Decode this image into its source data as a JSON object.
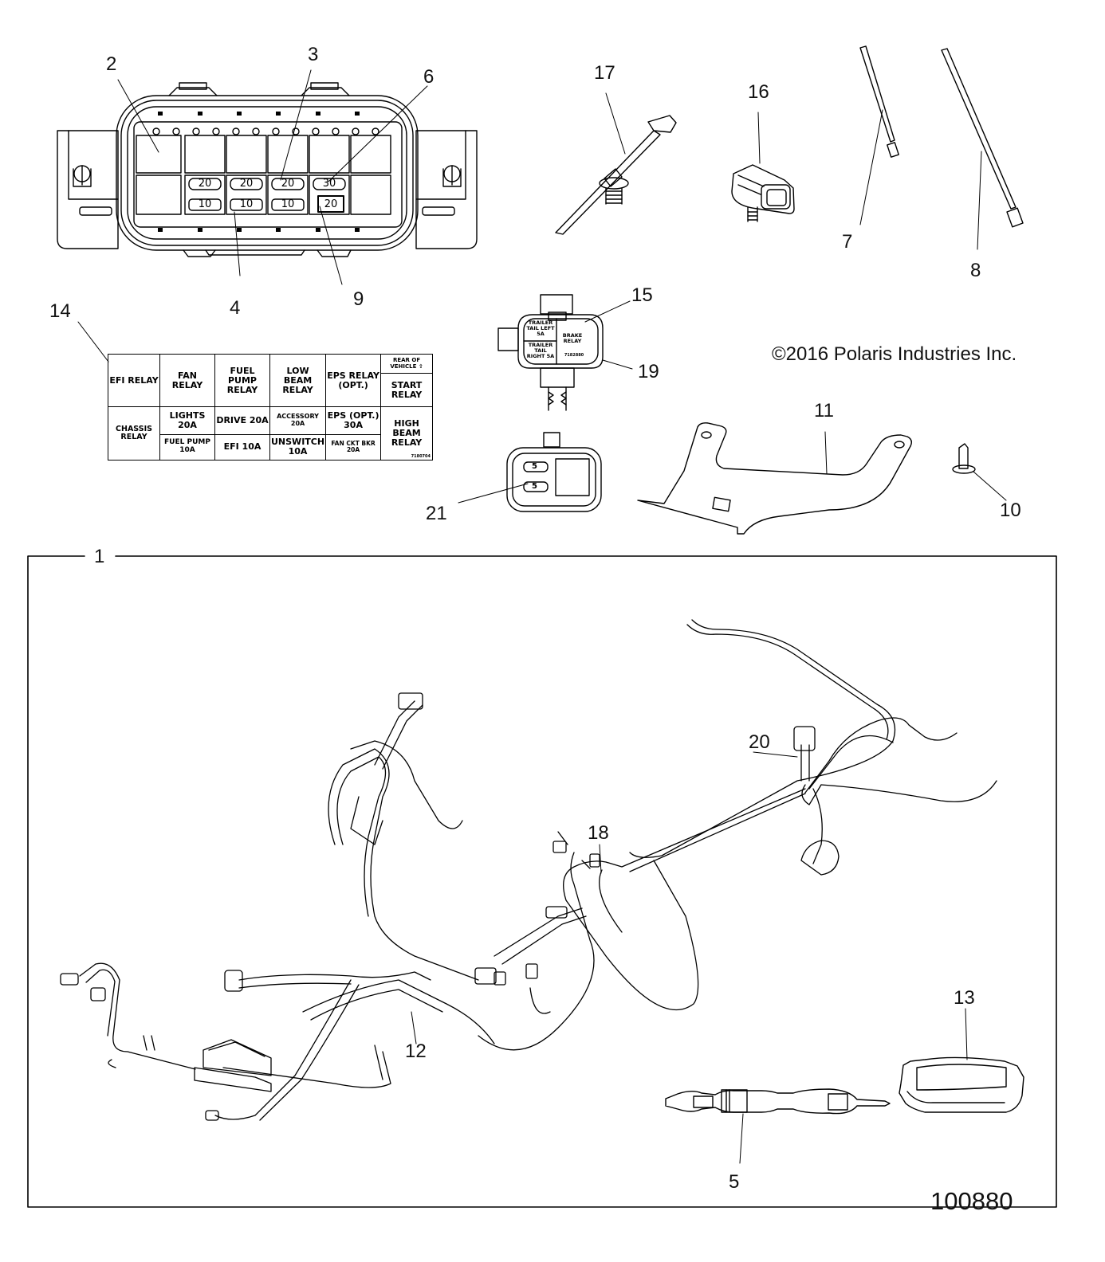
{
  "diagram": {
    "copyright": "©2016 Polaris Industries Inc.",
    "drawing_id": "100880",
    "callouts": [
      "1",
      "2",
      "3",
      "4",
      "5",
      "6",
      "7",
      "8",
      "9",
      "10",
      "11",
      "12",
      "13",
      "14",
      "15",
      "16",
      "17",
      "18",
      "19",
      "20",
      "21"
    ],
    "fuse_box_values": {
      "top_row": [
        "20",
        "20",
        "20",
        "30"
      ],
      "bottom_row": [
        "10",
        "10",
        "10",
        "20"
      ]
    },
    "label_decal": {
      "row1": [
        "EFI RELAY",
        "FAN RELAY",
        "FUEL PUMP RELAY",
        "LOW BEAM RELAY",
        "EPS RELAY (OPT.)"
      ],
      "rear_of_vehicle": "REAR OF VEHICLE ⇧",
      "start_relay": "START RELAY",
      "chassis_relay": "CHASSIS RELAY",
      "row2_top": [
        "LIGHTS 20A",
        "DRIVE 20A",
        "ACCESSORY 20A",
        "EPS (OPT.) 30A"
      ],
      "row2_bottom": [
        "FUEL PUMP 10A",
        "EFI 10A",
        "UNSWITCH 10A",
        "FAN CKT BKR 20A"
      ],
      "high_beam_relay": "HIGH BEAM RELAY",
      "part_code": "7180704"
    },
    "trailer_relay_box": {
      "left_top": "TRAILER TAIL LEFT 5A",
      "left_bottom": "TRAILER TAIL RIGHT 5A",
      "right": "BRAKE RELAY",
      "part_code": "7182880"
    },
    "small_fuse_box_values": [
      "5",
      "5"
    ]
  }
}
